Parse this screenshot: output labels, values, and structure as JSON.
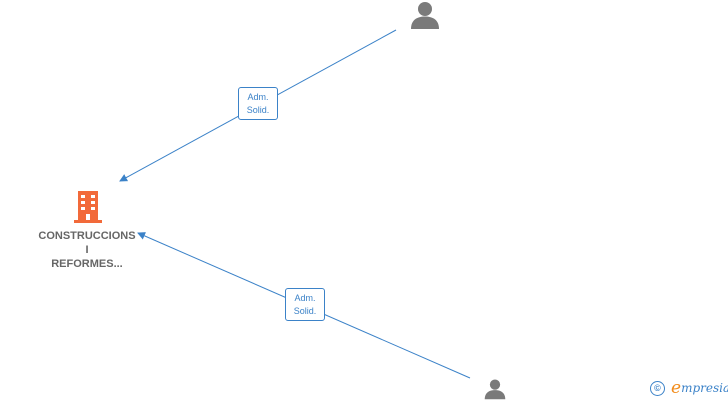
{
  "colors": {
    "edge": "#3b82c8",
    "company_icon": "#f26a3a",
    "person_icon": "#7a7a7a",
    "label_text": "#666666",
    "brand_accent": "#f28c1b"
  },
  "company": {
    "icon": "building-icon",
    "label_line1": "CONSTRUCCIONS",
    "label_line2": "I",
    "label_line3": "REFORMES..."
  },
  "persons": [
    {
      "icon": "person-icon"
    },
    {
      "icon": "person-icon"
    }
  ],
  "edges": [
    {
      "label_line1": "Adm.",
      "label_line2": "Solid."
    },
    {
      "label_line1": "Adm.",
      "label_line2": "Solid."
    }
  ],
  "footer": {
    "copyright_symbol": "©",
    "brand_initial": "e",
    "brand_rest": "mpresia"
  }
}
